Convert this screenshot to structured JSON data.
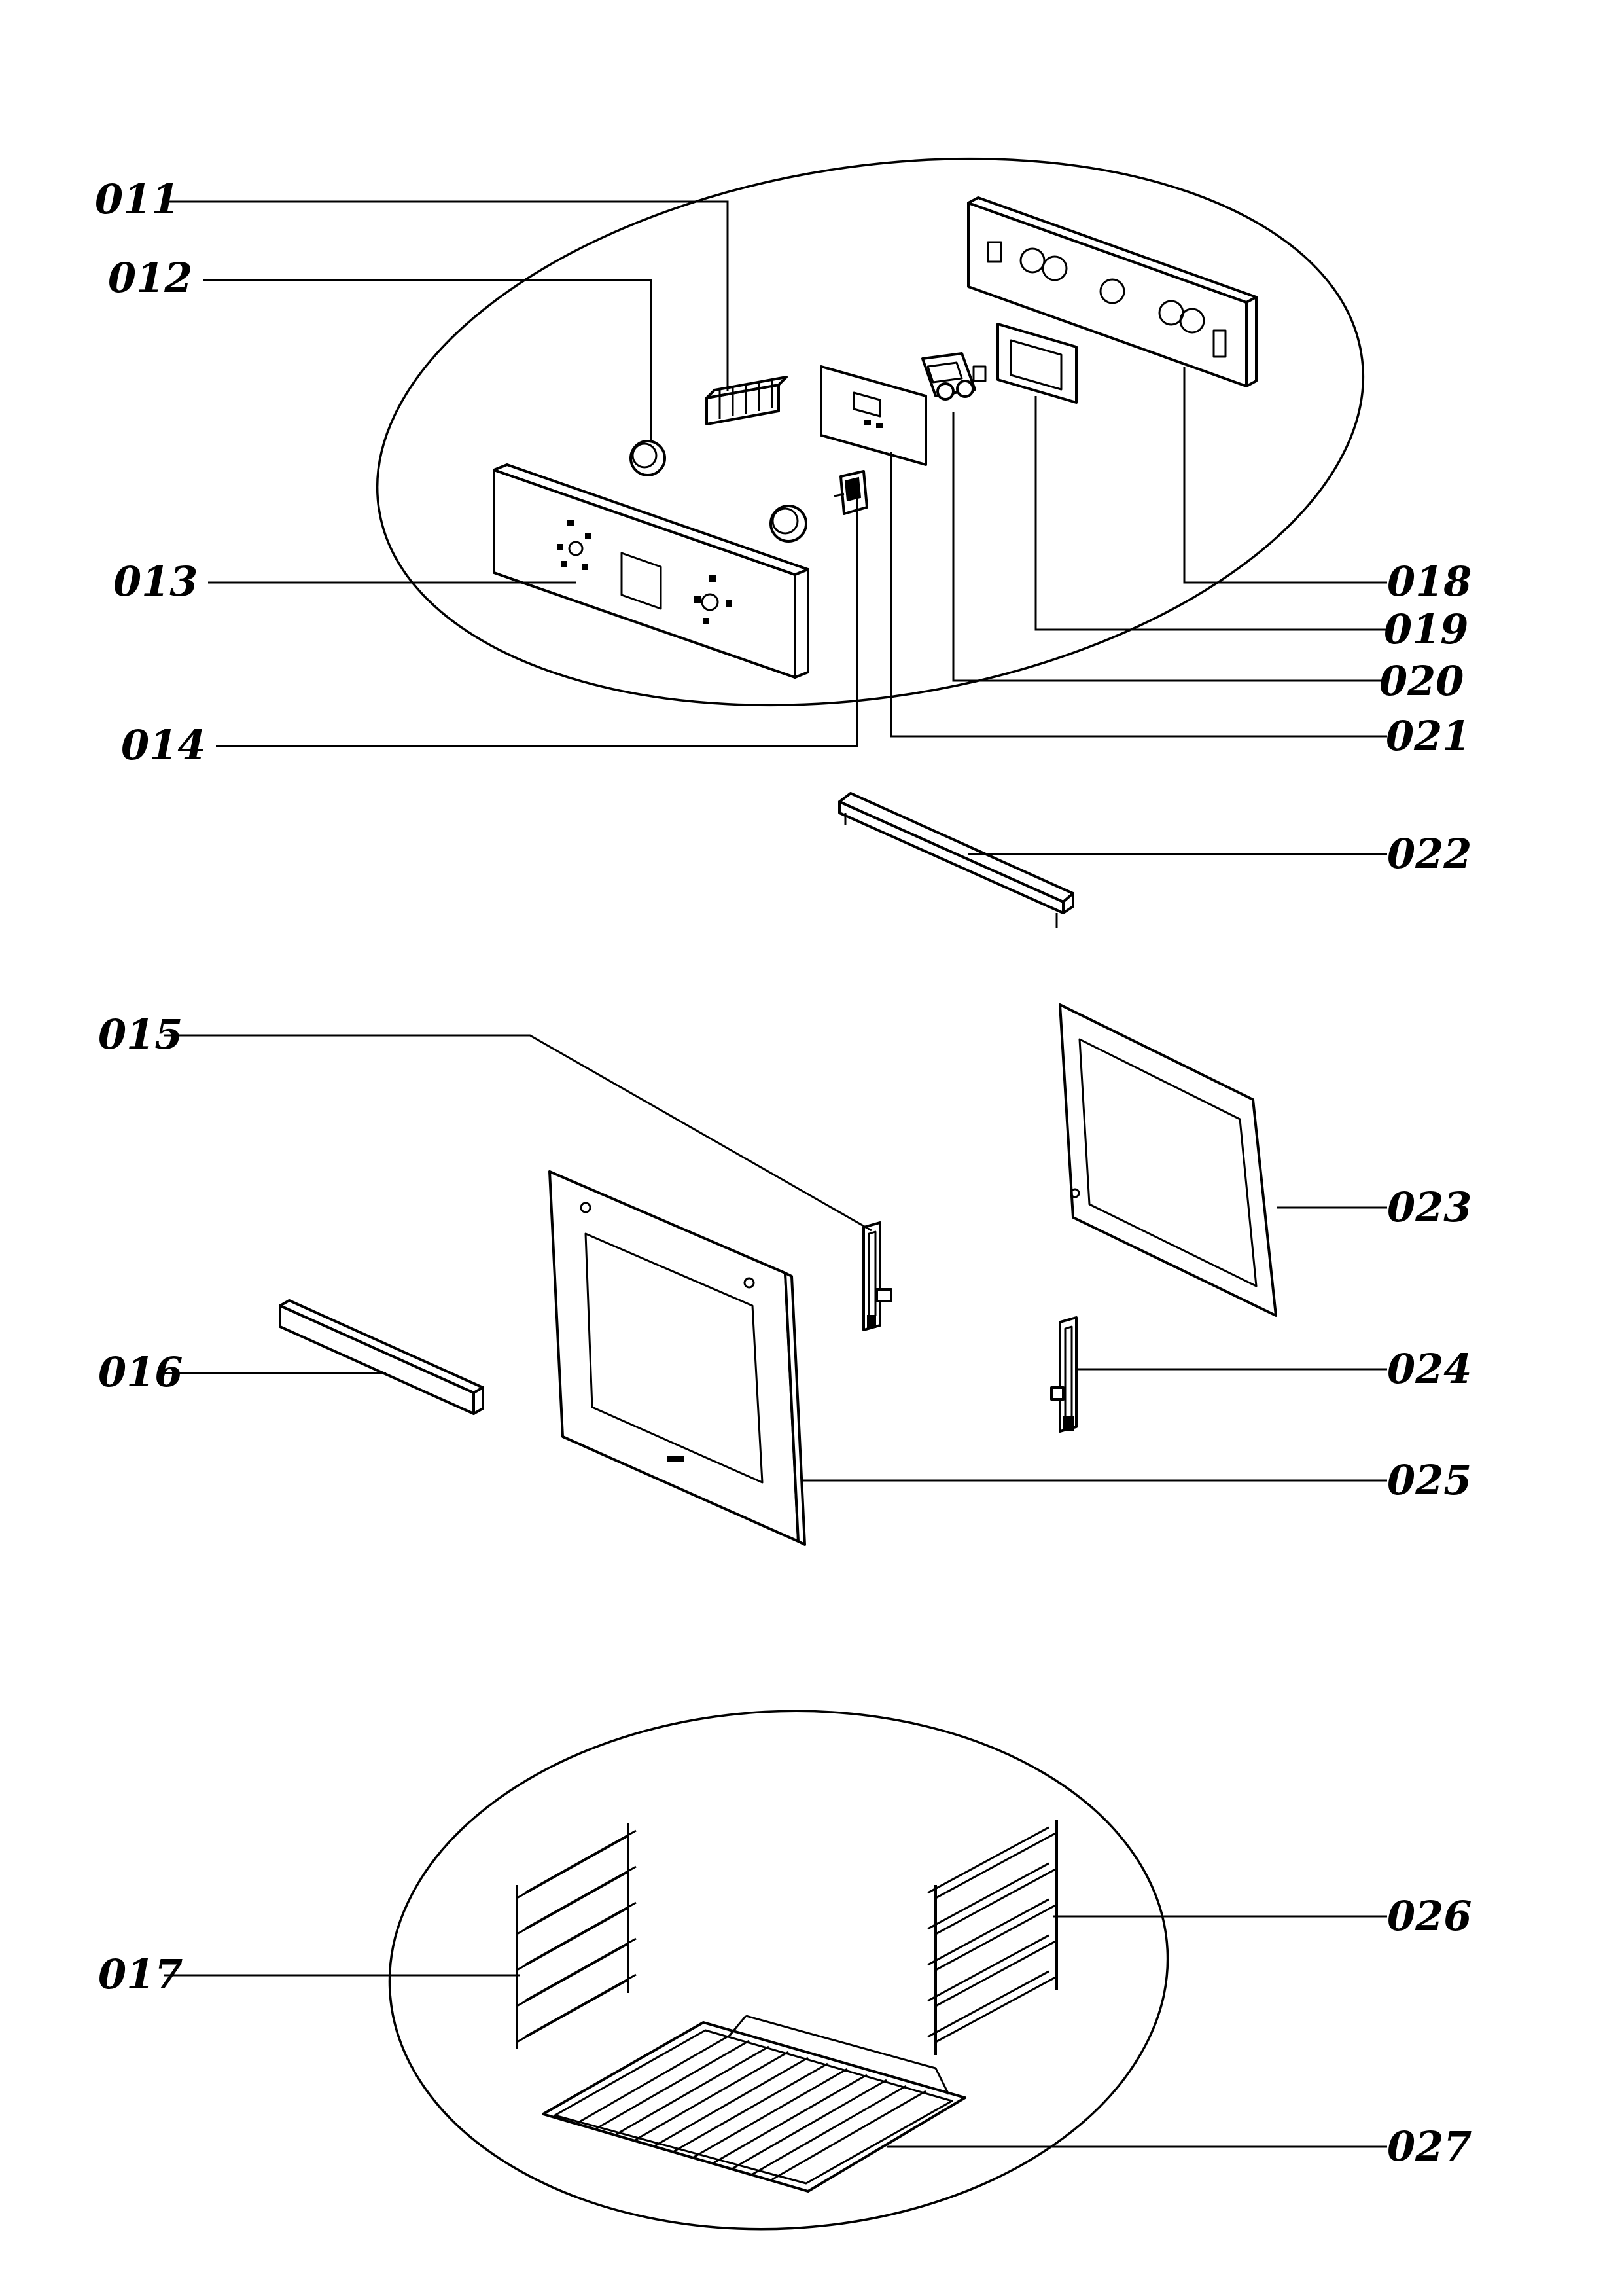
{
  "parts": {
    "p011": "011",
    "p012": "012",
    "p013": "013",
    "p014": "014",
    "p015": "015",
    "p016": "016",
    "p017": "017",
    "p018": "018",
    "p019": "019",
    "p020": "020",
    "p021": "021",
    "p022": "022",
    "p023": "023",
    "p024": "024",
    "p025": "025",
    "p026": "026",
    "p027": "027"
  }
}
